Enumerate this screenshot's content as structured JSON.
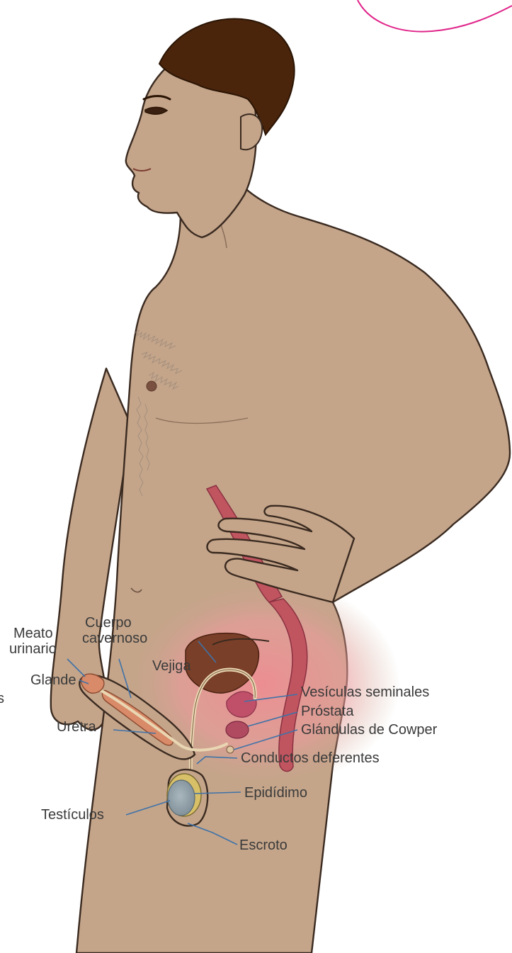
{
  "colors": {
    "skin": "#c4a58a",
    "hair": "#4a250c",
    "outline": "#3a2a20",
    "pelvic_glow": "#ee8c92",
    "bladder": "#7a3f28",
    "rectum": "#c05560",
    "penis_tissue": "#d98a68",
    "duct": "#e9d6b2",
    "testis": "#8f9ea6",
    "epididymis": "#d8c068",
    "leader": "#3f72a8",
    "accent_curve": "#e0258a"
  },
  "labels": {
    "meato_line1": "Meato",
    "meato_line2": "urinario",
    "cuerpo_line1": "Cuerpo",
    "cuerpo_line2": "cavernoso",
    "vejiga": "Vejiga",
    "glande": "Glande",
    "uretra": "Uretra",
    "vesiculas": "Vesículas seminales",
    "prostata": "Próstata",
    "cowper": "Glándulas de Cowper",
    "conductos": "Conductos deferentes",
    "epididimo": "Epidídimo",
    "testiculos": "Testículos",
    "escroto": "Escroto",
    "edge_fragment": "s"
  }
}
